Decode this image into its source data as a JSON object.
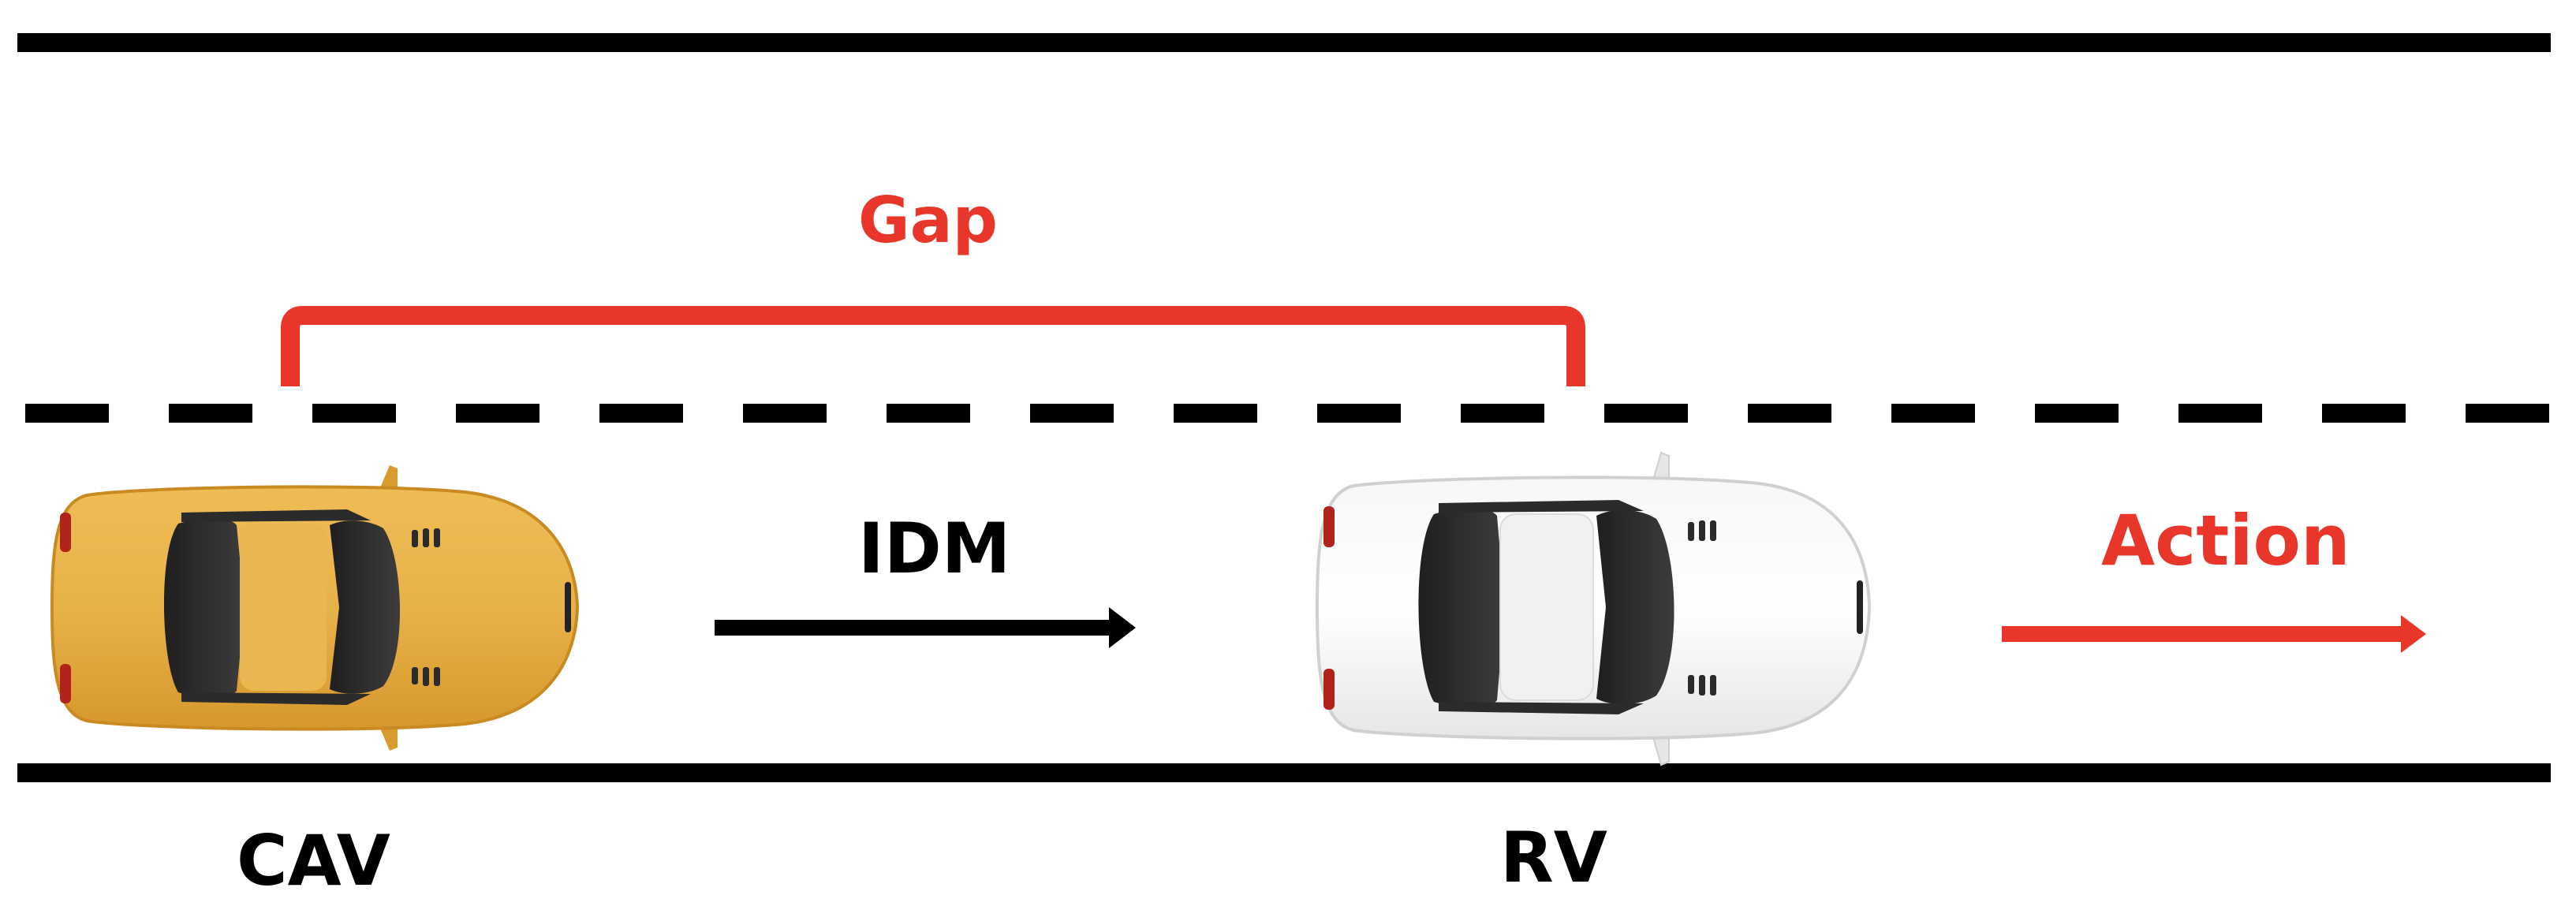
{
  "labels": {
    "gap": "Gap",
    "idm": "IDM",
    "action": "Action",
    "cav": "CAV",
    "rv": "RV"
  },
  "colors": {
    "road_line": "#000000",
    "accent_red": "#e8372a",
    "cav_body": "#e3a93c",
    "rv_body": "#f2f2f2",
    "glass": "#2b2b2b"
  },
  "icons": {
    "cav": "yellow-car-top-view-icon",
    "rv": "white-car-top-view-icon"
  }
}
